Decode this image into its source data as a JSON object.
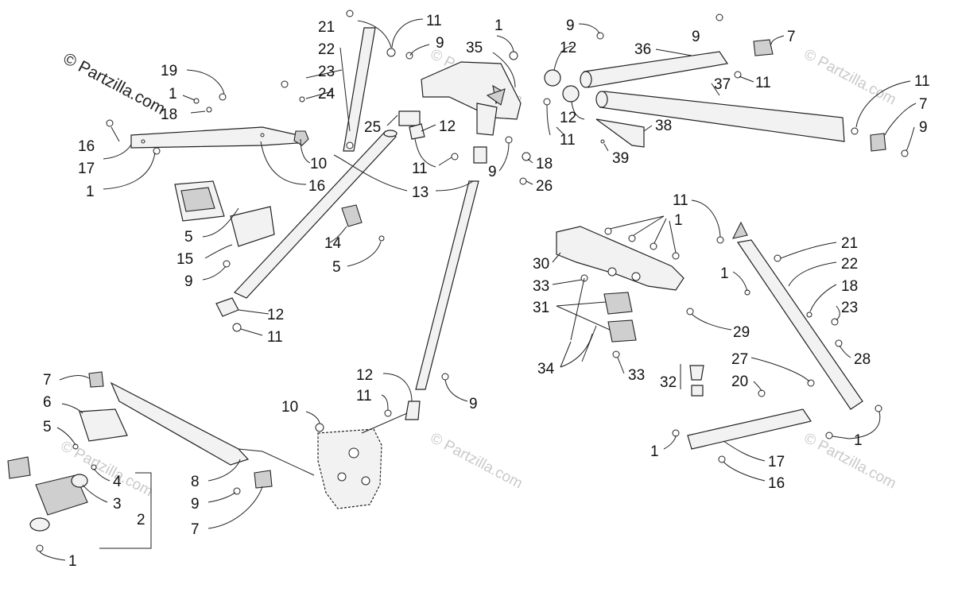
{
  "copyright": "© Partzilla.com",
  "watermark": "© Partzilla.com",
  "callouts": {
    "c1": "1",
    "c2": "2",
    "c3": "3",
    "c4": "4",
    "c5": "5",
    "c6": "6",
    "c7": "7",
    "c8": "8",
    "c9": "9",
    "c10": "10",
    "c11": "11",
    "c12": "12",
    "c13": "13",
    "c14": "14",
    "c15": "15",
    "c16": "16",
    "c17": "17",
    "c18": "18",
    "c19": "19",
    "c20": "20",
    "c21": "21",
    "c22": "22",
    "c23": "23",
    "c24": "24",
    "c25": "25",
    "c26": "26",
    "c27": "27",
    "c28": "28",
    "c29": "29",
    "c30": "30",
    "c31": "31",
    "c32": "32",
    "c33": "33",
    "c34": "34",
    "c35": "35",
    "c36": "36",
    "c37": "37",
    "c38": "38",
    "c39": "39"
  },
  "colors": {
    "ink": "#111111",
    "watermark": "#c9c9c9",
    "part_fill": "#f2f2f2"
  }
}
